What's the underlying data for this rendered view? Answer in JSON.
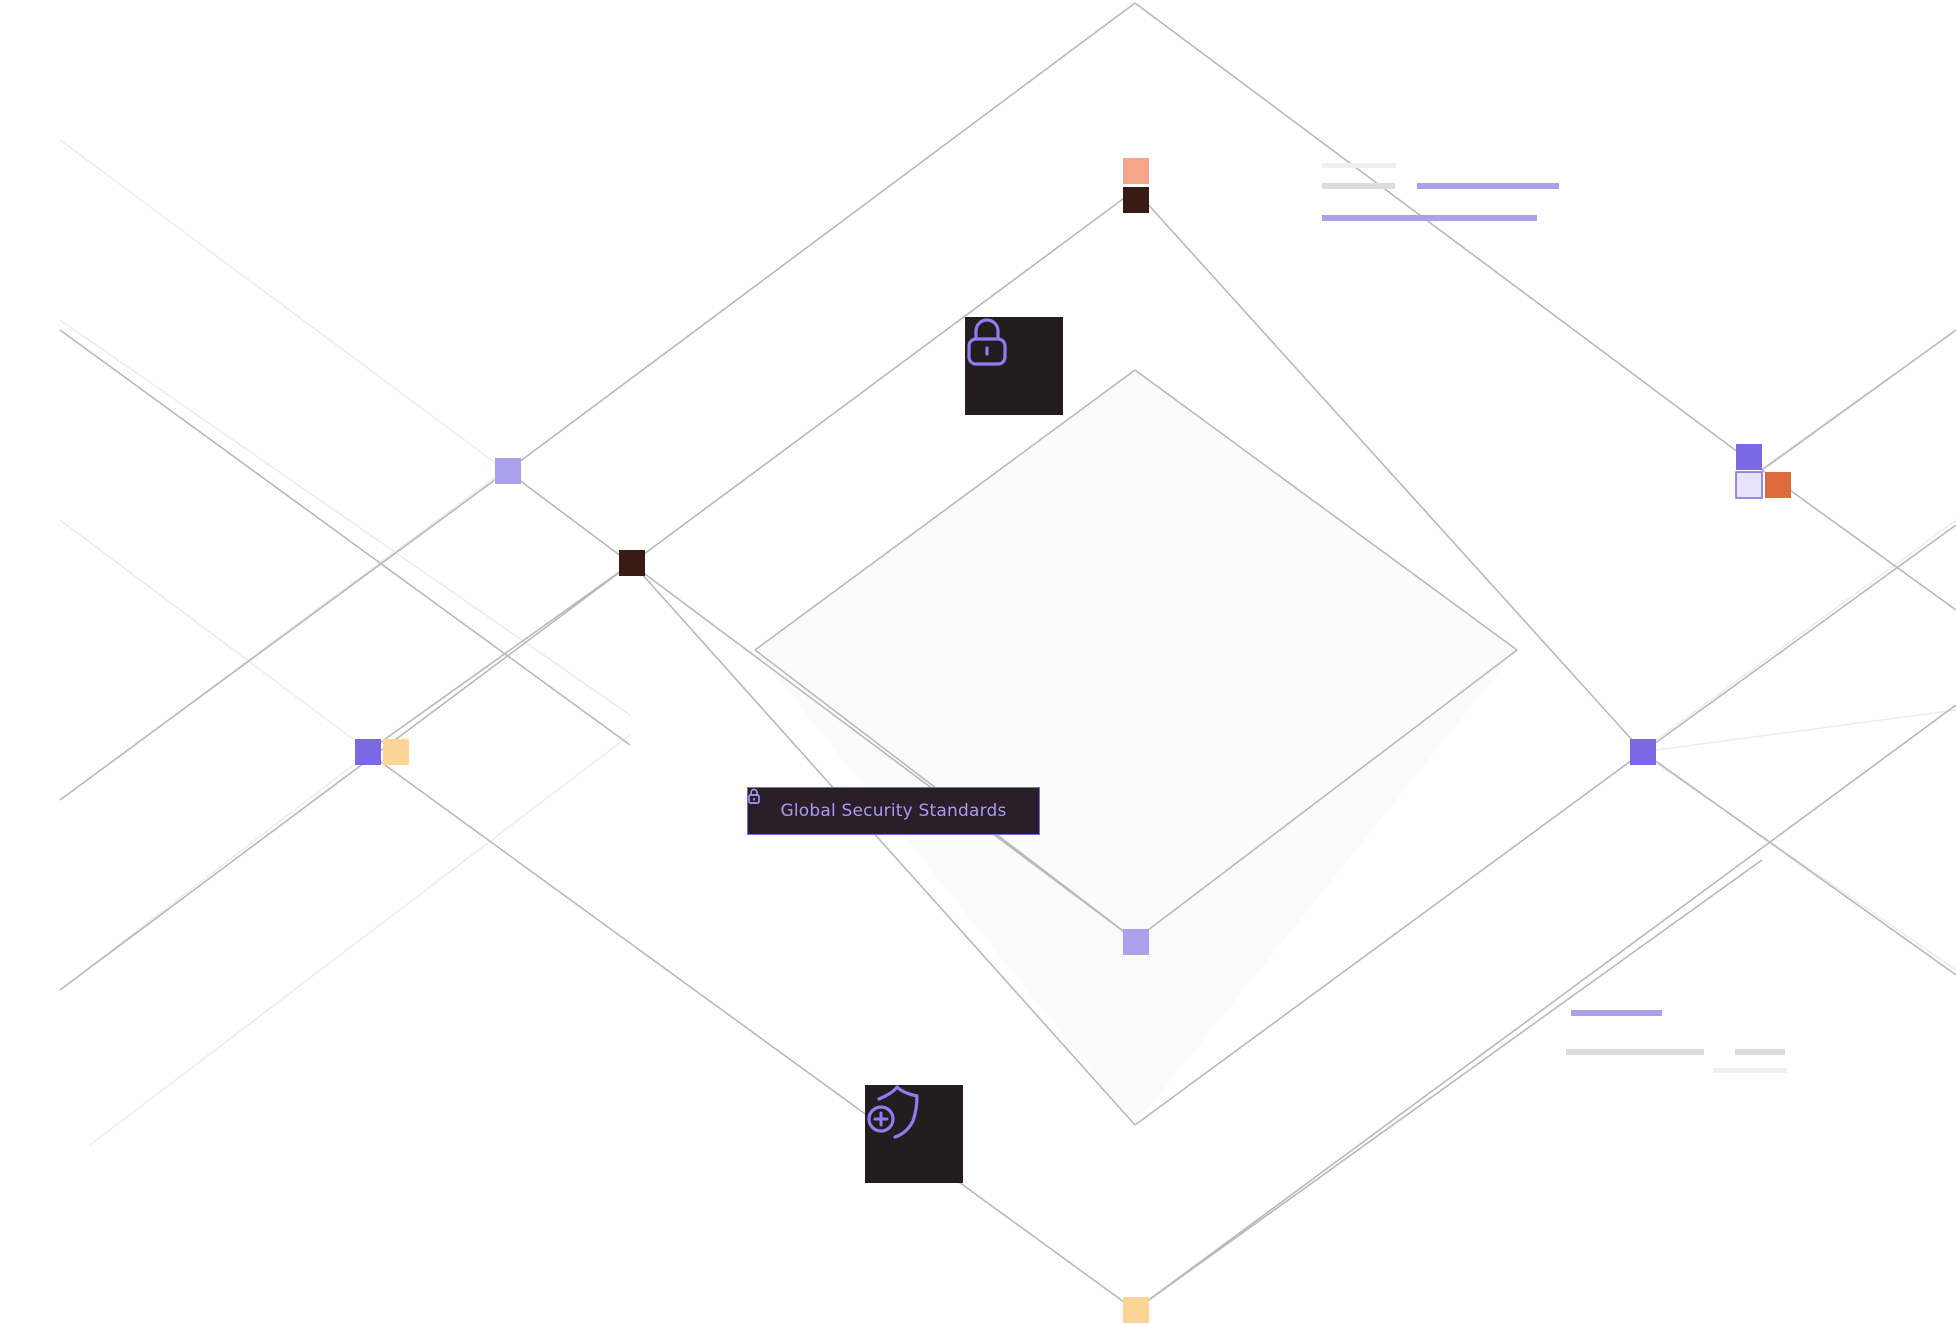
{
  "badge": {
    "label": "Global Security Standards",
    "icons": [
      "padlock-icon",
      "padlock-icon"
    ]
  },
  "tiles": [
    {
      "name": "lock-tile",
      "icon": "lock-icon"
    },
    {
      "name": "shield-tile",
      "icon": "shield-plus-icon"
    }
  ],
  "colors": {
    "background": "#ffffff",
    "line": "#b9b9b9",
    "line_faint": "#e6e6e6",
    "tile_bg": "#241d1f",
    "accent_purple": "#7b68e4",
    "light_purple": "#aaa0ec",
    "dark_brown": "#3a1a14",
    "salmon": "#f6a48a",
    "peach": "#fcd597",
    "orange": "#dd6a3c"
  }
}
